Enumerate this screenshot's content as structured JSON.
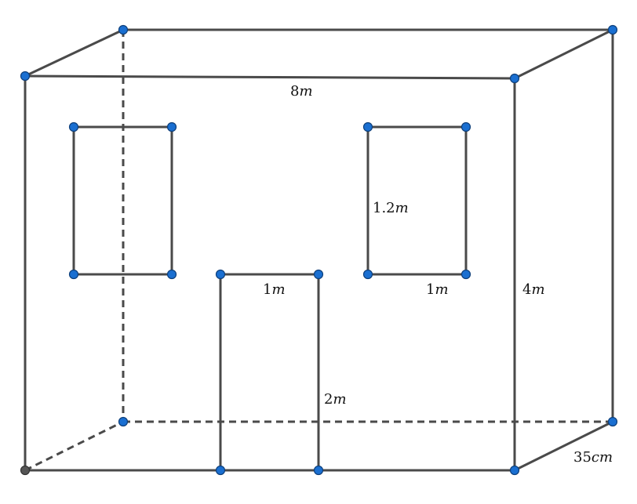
{
  "labels": {
    "wall_length": {
      "num": "8",
      "unit": "m"
    },
    "wall_height": {
      "num": "4",
      "unit": "m"
    },
    "wall_thickness": {
      "num": "35",
      "unit": "cm"
    },
    "window_height": {
      "num": "1.2",
      "unit": "m"
    },
    "window_width": {
      "num": "1",
      "unit": "m"
    },
    "door_width": {
      "num": "1",
      "unit": "m"
    },
    "door_height": {
      "num": "2",
      "unit": "m"
    }
  },
  "colors": {
    "edge": "#4a4a4a",
    "point": "#1a6fd1",
    "point_hidden": "#555555"
  }
}
